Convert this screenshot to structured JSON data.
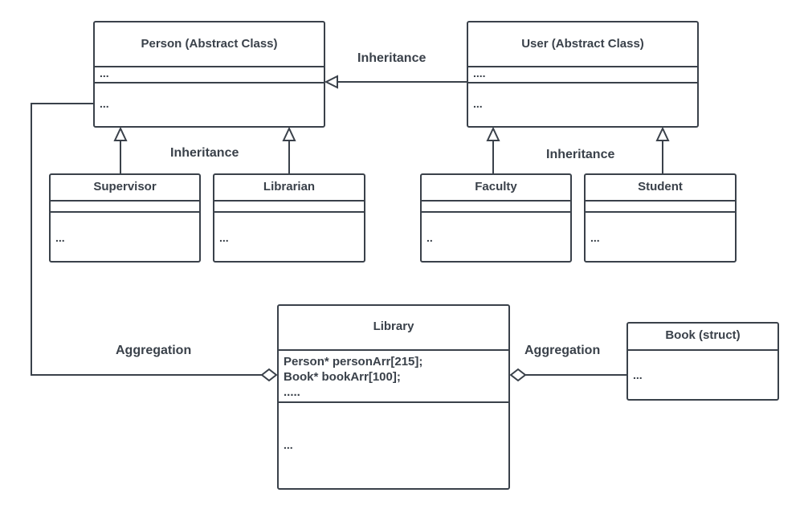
{
  "relations": {
    "inheritance_top": "Inheritance",
    "inheritance_left": "Inheritance",
    "inheritance_right": "Inheritance",
    "aggregation_left": "Aggregation",
    "aggregation_right": "Aggregation"
  },
  "classes": {
    "person": {
      "name": "Person (Abstract Class)",
      "attributes": "...",
      "methods": "..."
    },
    "user": {
      "name": "User (Abstract Class)",
      "attributes": "....",
      "methods": "..."
    },
    "supervisor": {
      "name": "Supervisor",
      "methods": "..."
    },
    "librarian": {
      "name": "Librarian",
      "methods": "..."
    },
    "faculty": {
      "name": "Faculty",
      "methods": ".."
    },
    "student": {
      "name": "Student",
      "methods": "..."
    },
    "library": {
      "name": "Library",
      "attributes": [
        "Person* personArr[215];",
        "Book* bookArr[100];",
        "....."
      ],
      "methods": "..."
    },
    "book": {
      "name": "Book (struct)",
      "attributes": "..."
    }
  }
}
